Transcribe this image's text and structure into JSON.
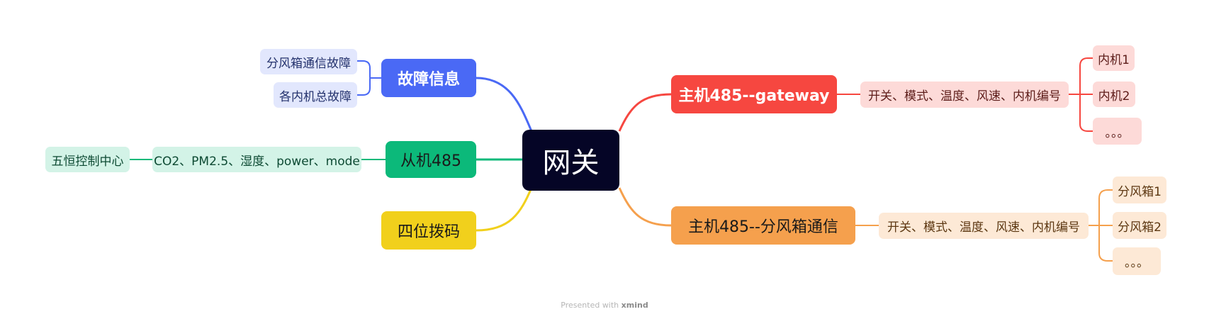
{
  "root": {
    "label": "网关"
  },
  "branches": {
    "fault": {
      "label": "故障信息",
      "color": "#4a69f5",
      "children": [
        "分风箱通信故障",
        "各内机总故障"
      ]
    },
    "slave": {
      "label": "从机485",
      "color": "#0cb97a",
      "child": "CO2、PM2.5、湿度、power、mode",
      "grandchild": "五恒控制中心"
    },
    "dip": {
      "label": "四位拨码",
      "color": "#f1d01c"
    },
    "gateway": {
      "label": "主机485--gateway",
      "color": "#f64740",
      "child": "开关、模式、温度、风速、内机编号",
      "leaves": [
        "内机1",
        "内机2",
        "。。。"
      ]
    },
    "duct": {
      "label": "主机485--分风箱通信",
      "color": "#f5a04d",
      "child": "开关、模式、温度、风速、内机编号",
      "leaves": [
        "分风箱1",
        "分风箱2",
        "。。。"
      ]
    }
  },
  "footer": {
    "prefix": "Presented with",
    "brand": "xmind"
  }
}
